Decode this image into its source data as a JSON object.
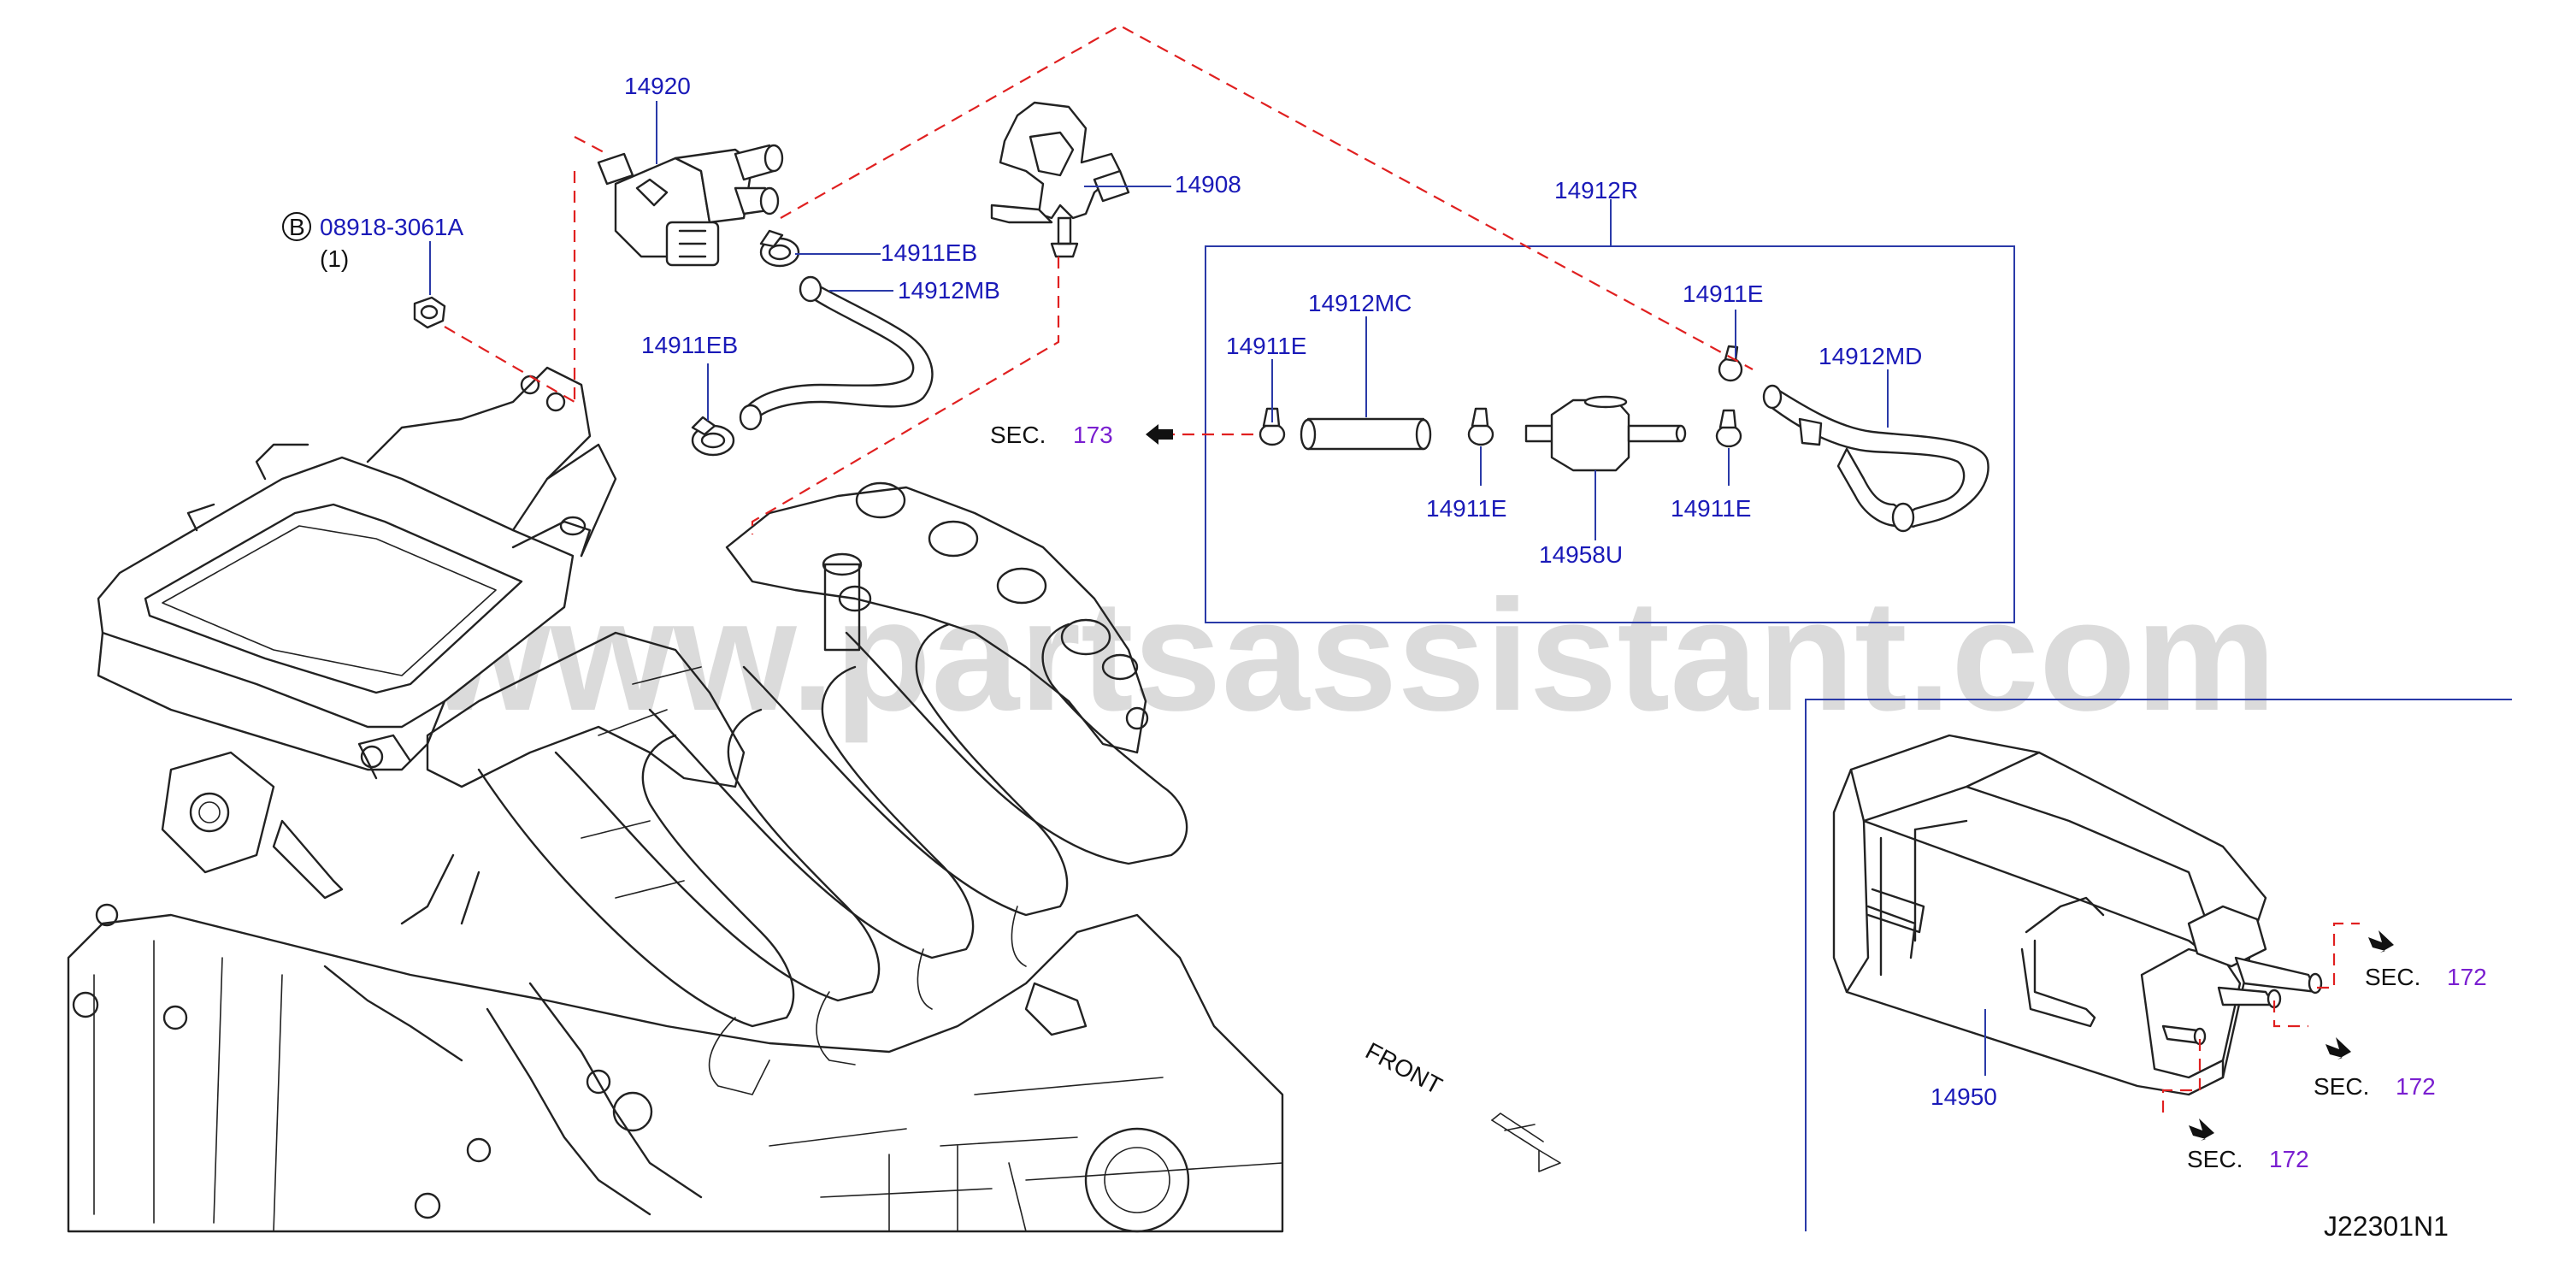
{
  "watermark": "www.partsassistant.com",
  "diagram_code": "J22301N1",
  "front_label": "FRONT",
  "bolt": {
    "badge": "B",
    "part": "08918-3061A",
    "qty": "(1)"
  },
  "parts": {
    "p14920": "14920",
    "p14908": "14908",
    "p14911EB_a": "14911EB",
    "p14912MB": "14912MB",
    "p14911EB_b": "14911EB",
    "p14912R": "14912R",
    "p14912MC": "14912MC",
    "p14911E_a": "14911E",
    "p14911E_b": "14911E",
    "p14912MD": "14912MD",
    "p14911E_c": "14911E",
    "p14911E_d": "14911E",
    "p14958U": "14958U",
    "p14950": "14950"
  },
  "sections": [
    {
      "prefix": "SEC.",
      "number": "173"
    },
    {
      "prefix": "SEC.",
      "number": "172"
    },
    {
      "prefix": "SEC.",
      "number": "172"
    },
    {
      "prefix": "SEC.",
      "number": "172"
    }
  ],
  "colors": {
    "part_label": "#1a1ab8",
    "section_number": "#7a1fd0",
    "routing_dash": "#e02020",
    "frame": "#2a3aa8"
  }
}
